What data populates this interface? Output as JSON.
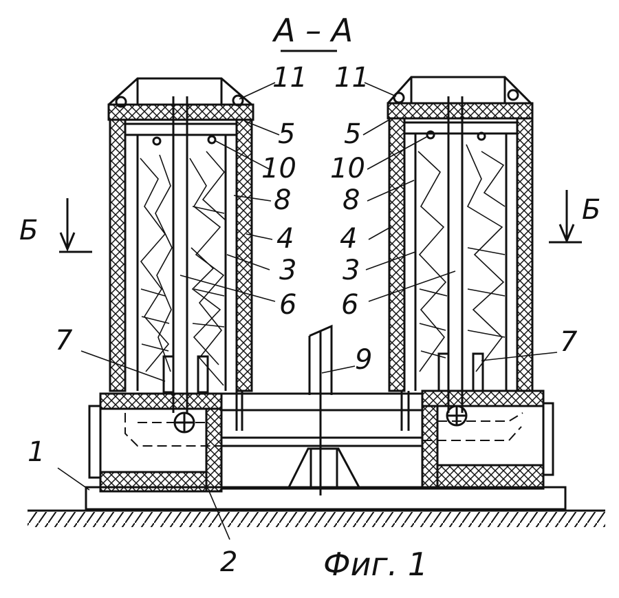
{
  "section_title": "А – А",
  "section_marker": "Б",
  "figure_caption": "Фиг. 1",
  "callouts": {
    "c1": "1",
    "c2": "2",
    "c3": "3",
    "c4": "4",
    "c5": "5",
    "c6": "6",
    "c7": "7",
    "c8": "8",
    "c9": "9",
    "c10": "10",
    "c11": "11"
  }
}
